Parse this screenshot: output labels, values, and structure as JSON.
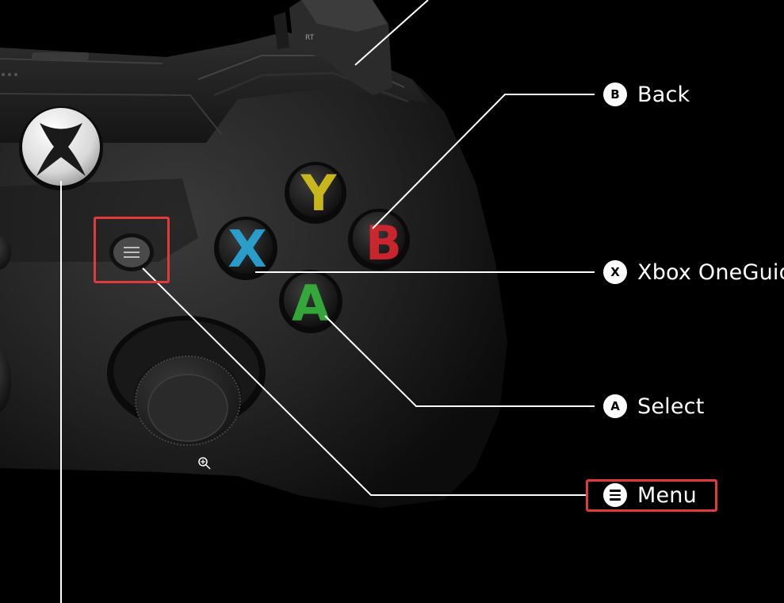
{
  "callouts": {
    "back": {
      "badge": "B",
      "label": "Back"
    },
    "guide": {
      "badge": "X",
      "label": "Xbox OneGuide"
    },
    "select": {
      "badge": "A",
      "label": "Select"
    },
    "menu": {
      "badge_icon": "menu-icon",
      "label": "Menu"
    }
  },
  "controller": {
    "trigger_label": "RT",
    "face_buttons": [
      {
        "letter": "Y",
        "color": "#d6c21e"
      },
      {
        "letter": "X",
        "color": "#2aa7d8"
      },
      {
        "letter": "B",
        "color": "#d8262e"
      },
      {
        "letter": "A",
        "color": "#36b23b"
      }
    ]
  },
  "colors": {
    "background": "#000000",
    "leader_line": "#ffffff",
    "highlight": "#e23a3a"
  }
}
